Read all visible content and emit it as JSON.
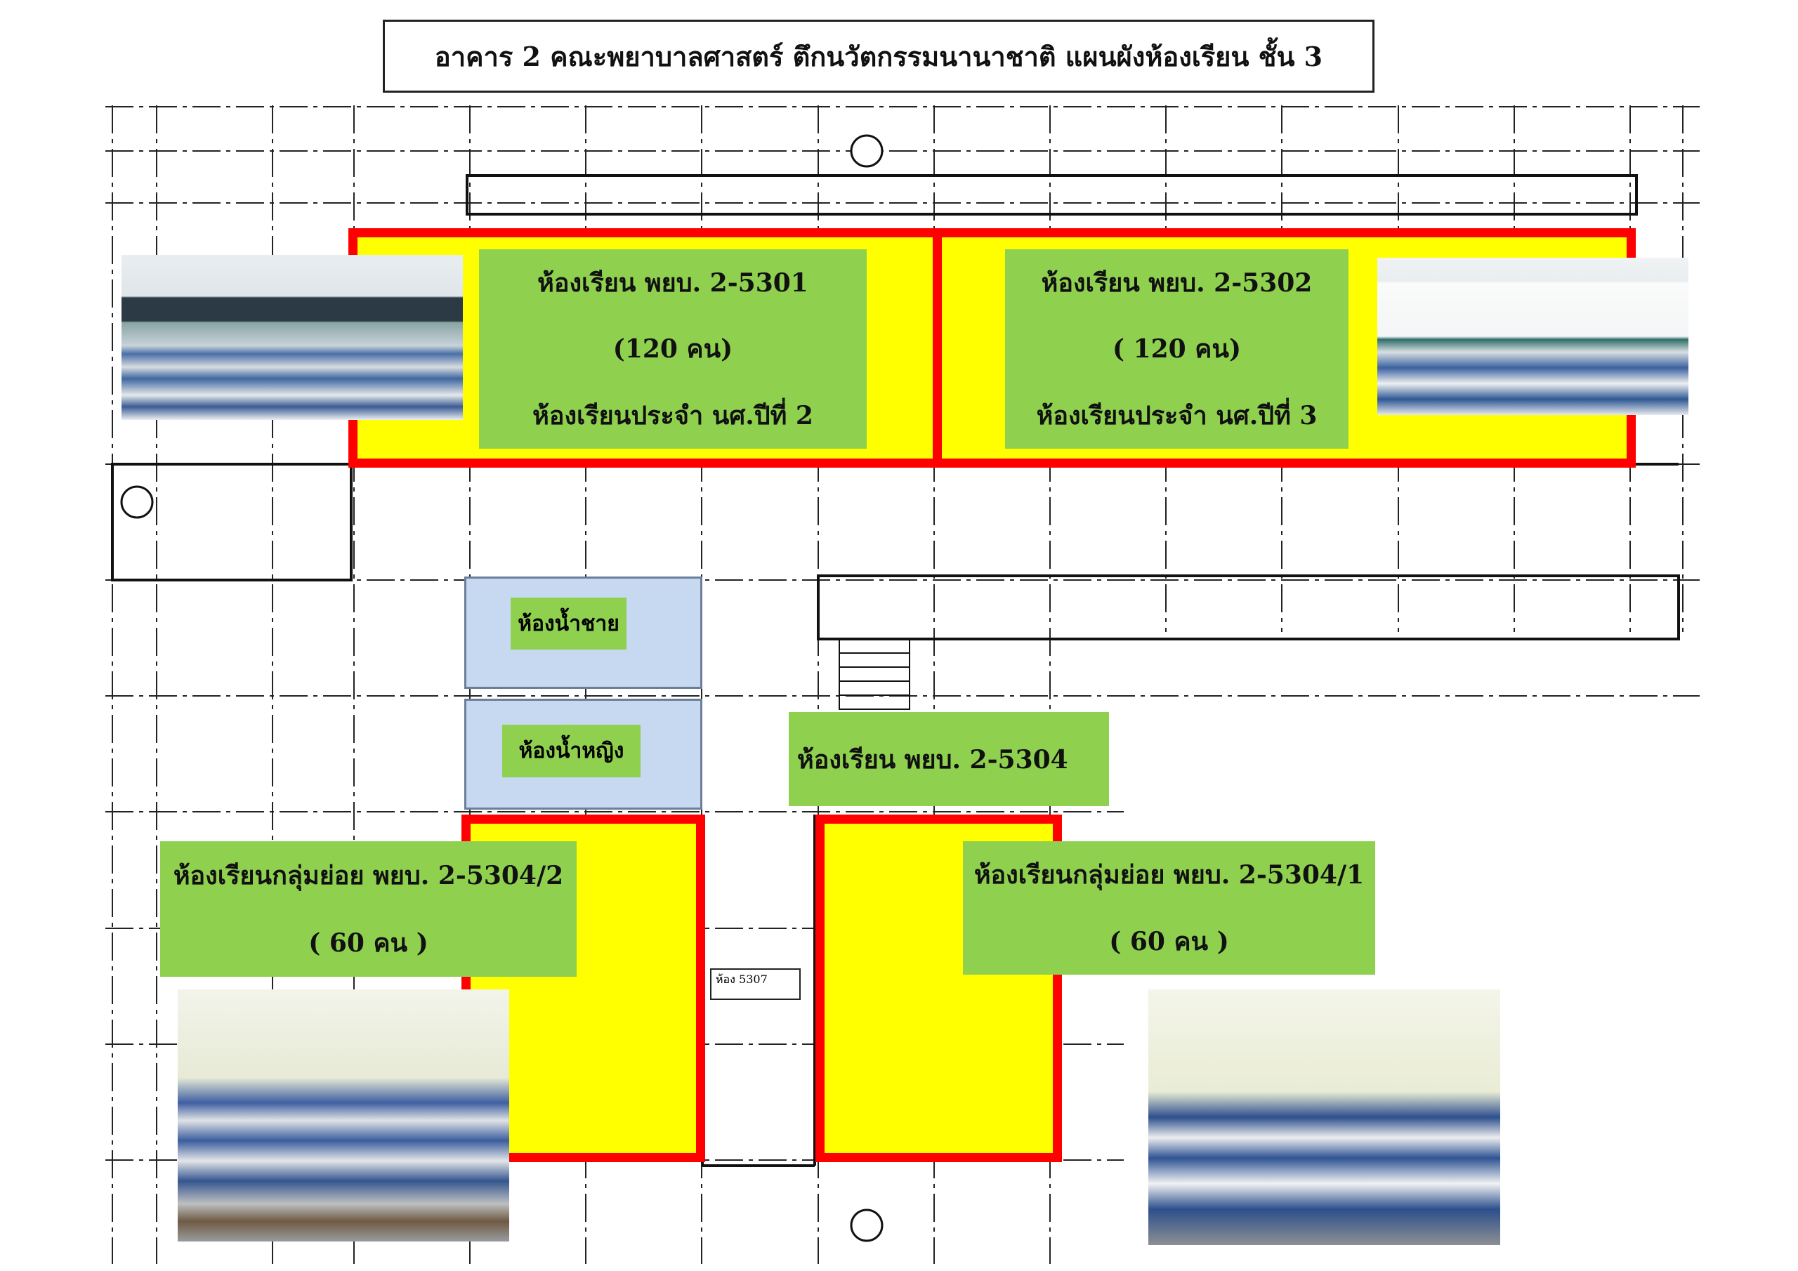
{
  "title": "อาคาร 2 คณะพยาบาลศาสตร์ ตึกนวัตกรรมนานาชาติ แผนผังห้องเรียน  ชั้น 3",
  "rooms": {
    "r5301": {
      "name": "ห้องเรียน  พยบ. 2-5301",
      "capacity": "(120 คน)",
      "note": "ห้องเรียนประจำ นศ.ปีที่ 2"
    },
    "r5302": {
      "name": "ห้องเรียน  พยบ. 2-5302",
      "capacity": "( 120 คน)",
      "note": "ห้องเรียนประจำ นศ.ปีที่ 3"
    },
    "r5304": {
      "name": "ห้องเรียน  พยบ. 2-5304"
    },
    "r5304_2": {
      "name": "ห้องเรียนกลุ่มย่อย  พยบ. 2-5304/2",
      "capacity": "( 60 คน )"
    },
    "r5304_1": {
      "name": "ห้องเรียนกลุ่มย่อย  พยบ. 2-5304/1",
      "capacity": "( 60 คน )"
    },
    "toilet_male": "ห้องน้ำชาย",
    "toilet_female": "ห้องน้ำหญิง",
    "room_5307": "ห้อง 5307"
  },
  "colors": {
    "room_fill": "#ffff00",
    "room_border": "#ff0000",
    "label_bg": "#8fd14f",
    "toilet_bg": "#c6d9f1"
  }
}
